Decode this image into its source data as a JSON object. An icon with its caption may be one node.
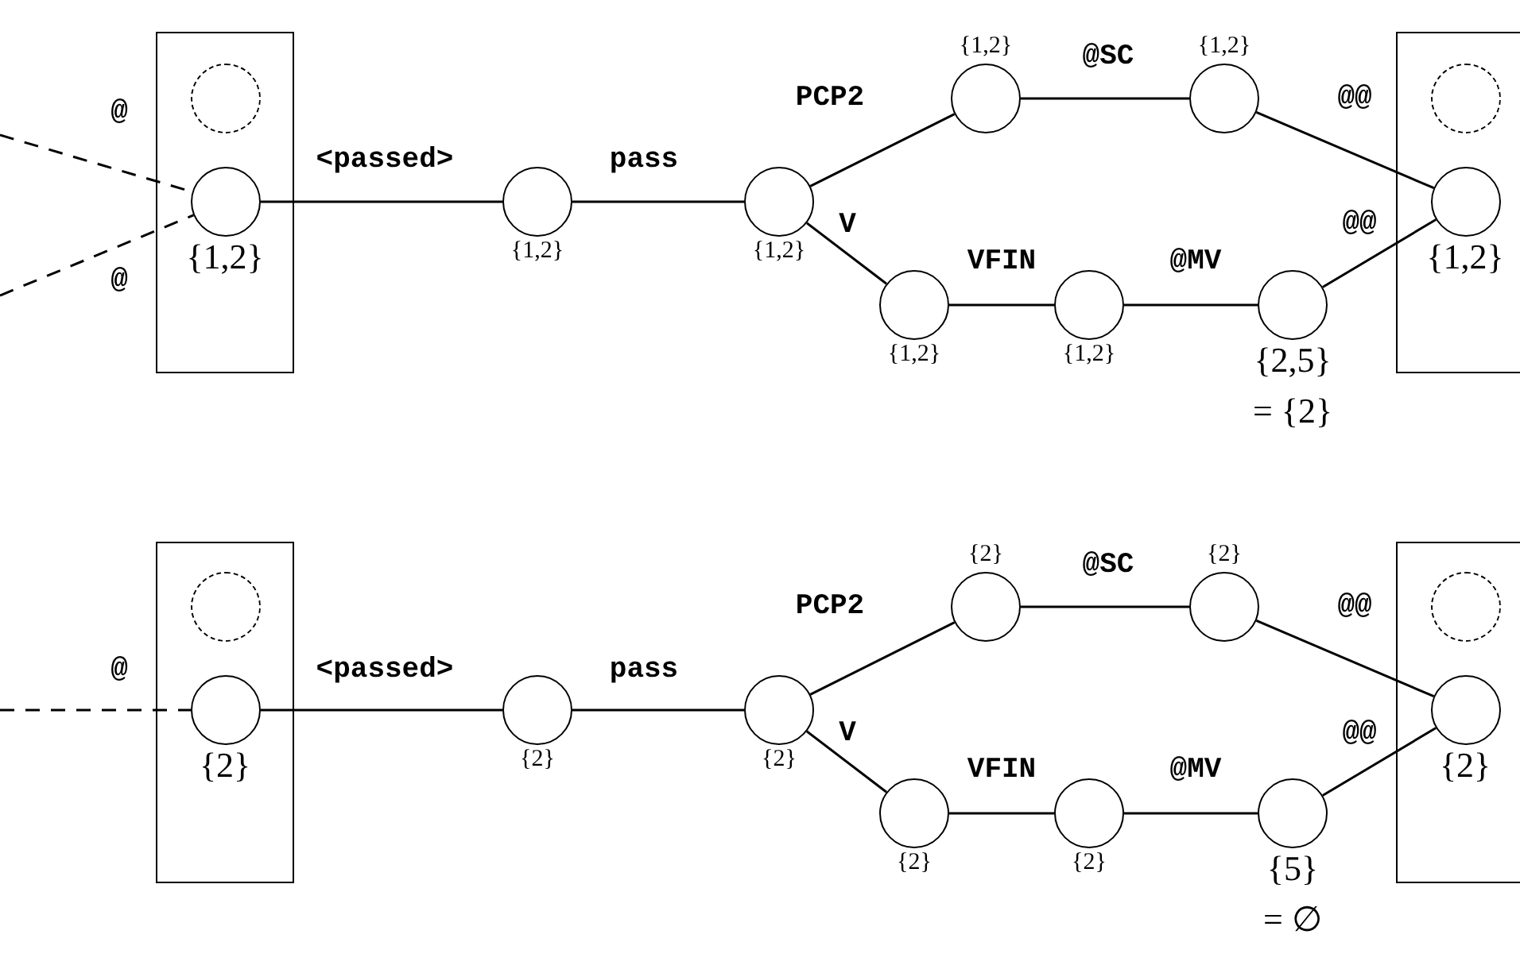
{
  "diagram": {
    "nodes": [
      {
        "text": [],
        "shape": "box"
      },
      {
        "text": [],
        "shape": "circle",
        "in": 0
      },
      {
        "text": [],
        "shape": "circle",
        "in": 0,
        "beside": [
          "{1,2}"
        ]
      },
      {
        "text": [],
        "shape": "circle",
        "beside": [
          "{1,2}"
        ]
      },
      {
        "text": [],
        "shape": "circle",
        "beside": [
          "{1,2}"
        ]
      },
      {
        "text": [],
        "shape": "circle",
        "beside": [
          "{1,2}"
        ]
      },
      {
        "text": [],
        "shape": "circle",
        "beside": [
          "{1,2}"
        ]
      },
      {
        "text": [],
        "shape": "circle",
        "beside": [
          "{1,2}"
        ]
      },
      {
        "text": [],
        "shape": "circle",
        "beside": [
          "{1,2}"
        ]
      },
      {
        "text": [],
        "shape": "circle",
        "beside": [
          "{2,5}",
          "= {2}"
        ]
      },
      {
        "text": [],
        "shape": "box"
      },
      {
        "text": [],
        "shape": "circle",
        "in": 10
      },
      {
        "text": [],
        "shape": "circle",
        "in": 10,
        "beside": [
          "{1,2}"
        ]
      },
      {
        "text": [],
        "shape": "box"
      },
      {
        "text": [],
        "shape": "circle",
        "in": 13
      },
      {
        "text": [],
        "shape": "circle",
        "in": 13,
        "beside": [
          "{2}"
        ]
      },
      {
        "text": [],
        "shape": "circle",
        "beside": [
          "{2}"
        ]
      },
      {
        "text": [],
        "shape": "circle",
        "beside": [
          "{2}"
        ]
      },
      {
        "text": [],
        "shape": "circle",
        "beside": [
          "{2}"
        ]
      },
      {
        "text": [],
        "shape": "circle",
        "beside": [
          "{2}"
        ]
      },
      {
        "text": [],
        "shape": "circle",
        "beside": [
          "{2}"
        ]
      },
      {
        "text": [],
        "shape": "circle",
        "beside": [
          "{2}"
        ]
      },
      {
        "text": [],
        "shape": "circle",
        "beside": [
          "{5}",
          "= ∅"
        ]
      },
      {
        "text": [],
        "shape": "box"
      },
      {
        "text": [],
        "shape": "circle",
        "in": 23
      },
      {
        "text": [],
        "shape": "circle",
        "in": 23,
        "beside": [
          "{2}"
        ]
      }
    ],
    "edges": [
      {
        "from": null,
        "to": 2,
        "arrow": "none",
        "style": "dashed",
        "label": "@"
      },
      {
        "from": null,
        "to": 2,
        "arrow": "none",
        "style": "dashed",
        "label": "@"
      },
      {
        "from": 2,
        "to": 3,
        "arrow": "none",
        "label": "<passed>"
      },
      {
        "from": 3,
        "to": 4,
        "arrow": "none",
        "label": "pass"
      },
      {
        "from": 4,
        "to": 5,
        "arrow": "none",
        "label": "PCP2"
      },
      {
        "from": 4,
        "to": 7,
        "arrow": "none",
        "label": "V"
      },
      {
        "from": 5,
        "to": 6,
        "arrow": "none",
        "label": "@SC"
      },
      {
        "from": 6,
        "to": 12,
        "arrow": "none",
        "label": "@@"
      },
      {
        "from": 7,
        "to": 8,
        "arrow": "none",
        "label": "VFIN"
      },
      {
        "from": 8,
        "to": 9,
        "arrow": "none",
        "label": "@MV"
      },
      {
        "from": 9,
        "to": 12,
        "arrow": "none",
        "label": "@@"
      },
      {
        "from": null,
        "to": 15,
        "arrow": "none",
        "style": "dashed",
        "label": "@"
      },
      {
        "from": 15,
        "to": 16,
        "arrow": "none",
        "label": "<passed>"
      },
      {
        "from": 16,
        "to": 17,
        "arrow": "none",
        "label": "pass"
      },
      {
        "from": 17,
        "to": 18,
        "arrow": "none",
        "label": "PCP2"
      },
      {
        "from": 17,
        "to": 20,
        "arrow": "none",
        "label": "V"
      },
      {
        "from": 18,
        "to": 19,
        "arrow": "none",
        "label": "@SC"
      },
      {
        "from": 19,
        "to": 25,
        "arrow": "none",
        "label": "@@"
      },
      {
        "from": 20,
        "to": 21,
        "arrow": "none",
        "label": "VFIN"
      },
      {
        "from": 21,
        "to": 22,
        "arrow": "none",
        "label": "@MV"
      },
      {
        "from": 22,
        "to": 25,
        "arrow": "none",
        "label": "@@"
      }
    ]
  }
}
